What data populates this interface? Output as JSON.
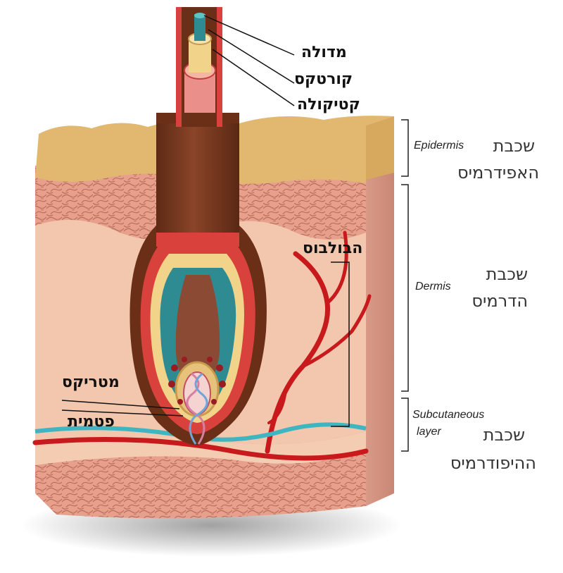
{
  "hair_labels": {
    "medulla": "מדולה",
    "cortex": "קורטקס",
    "cuticle": "קטיקולה"
  },
  "bulb_labels": {
    "bulb": "הבולבוס",
    "matrix": "מטריקס",
    "papilla": "פטמית"
  },
  "layers": {
    "epidermis": {
      "english": "Epidermis",
      "hebrew_line1": "שכבת",
      "hebrew_line2": "האפידרמיס"
    },
    "dermis": {
      "english": "Dermis",
      "hebrew_line1": "שכבת",
      "hebrew_line2": "הדרמיס"
    },
    "subcutaneous": {
      "english_line1": "Subcutaneous",
      "english_line2": "layer",
      "hebrew_line1": "שכבת",
      "hebrew_line2": "ההיפודרמיס"
    }
  },
  "colors": {
    "epidermis": "#e2b871",
    "dermis_texture": "#d98f7e",
    "dermis_light": "#f2c7ad",
    "hair_shaft": "#7a3b20",
    "blood_vessel": "#c8191d",
    "nerve": "#3fb5c1"
  }
}
